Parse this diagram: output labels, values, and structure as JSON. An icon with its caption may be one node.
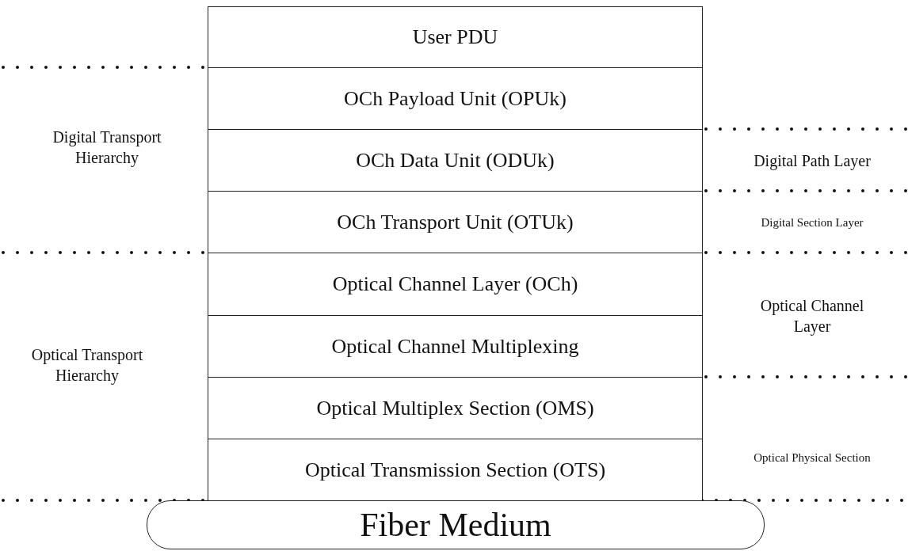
{
  "diagram": {
    "nodes": [
      {
        "text": [
          "User PDU"
        ]
      },
      {
        "text": [
          "OCh Payload Unit (OPUk)"
        ]
      },
      {
        "text": [
          "OCh Data Unit (ODUk)"
        ]
      },
      {
        "text": [
          "OCh Transport Unit (OTUk)"
        ]
      },
      {
        "text": [
          "Optical Channel Layer (OCh)"
        ]
      },
      {
        "text": [
          "Optical Channel Multiplexing"
        ]
      },
      {
        "text": [
          "Optical Multiplex Section (OMS)"
        ]
      },
      {
        "text": [
          "Optical Transmission Section (OTS)"
        ]
      },
      {
        "text": [
          "Fiber Medium"
        ]
      }
    ],
    "labels": [
      "Digital Transport Hierarchy",
      "Digital Path Layer",
      "Digital Section Layer",
      "Optical Channel Layer",
      "Optical Transport Hierarchy",
      "Optical Physical Section"
    ]
  }
}
